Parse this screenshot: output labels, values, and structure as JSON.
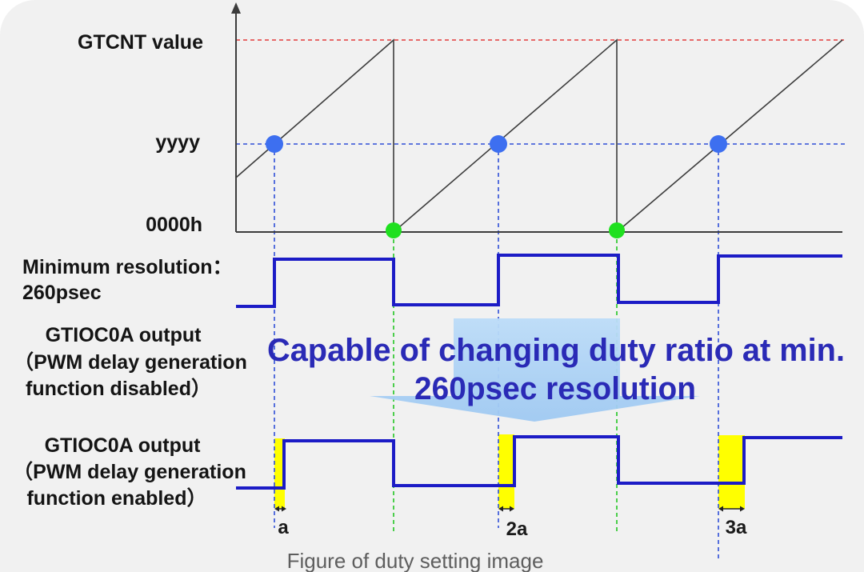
{
  "counter_axis": {
    "title": "GTCNT value",
    "level_mid": "yyyy",
    "level_zero": "0000h"
  },
  "resolution_note": {
    "line1": "Minimum resolution：",
    "line2": "260psec"
  },
  "output_disabled": {
    "lines": [
      "GTIOC0A output",
      "（PWM delay generation",
      "function disabled）"
    ]
  },
  "output_enabled": {
    "lines": [
      "GTIOC0A output",
      "（PWM delay generation",
      "function enabled）"
    ]
  },
  "callout": {
    "lines": [
      "Capable of changing duty ratio at min.",
      "260psec resolution"
    ]
  },
  "delay_labels": [
    "a",
    "2a",
    "3a"
  ],
  "caption": "Figure of duty setting image",
  "colors": {
    "panel": "#f1f1f1",
    "axis": "#3c3c3c",
    "max_line": "#e23b3b",
    "compare_line": "#2f4fd8",
    "compare_dot": "#3d6ff0",
    "zero_dot": "#1fe01f",
    "zero_line": "#22c522",
    "output_wave": "#1c1cc6",
    "delay_highlight": "#ffff00",
    "callout_text": "#2a2ab6"
  }
}
